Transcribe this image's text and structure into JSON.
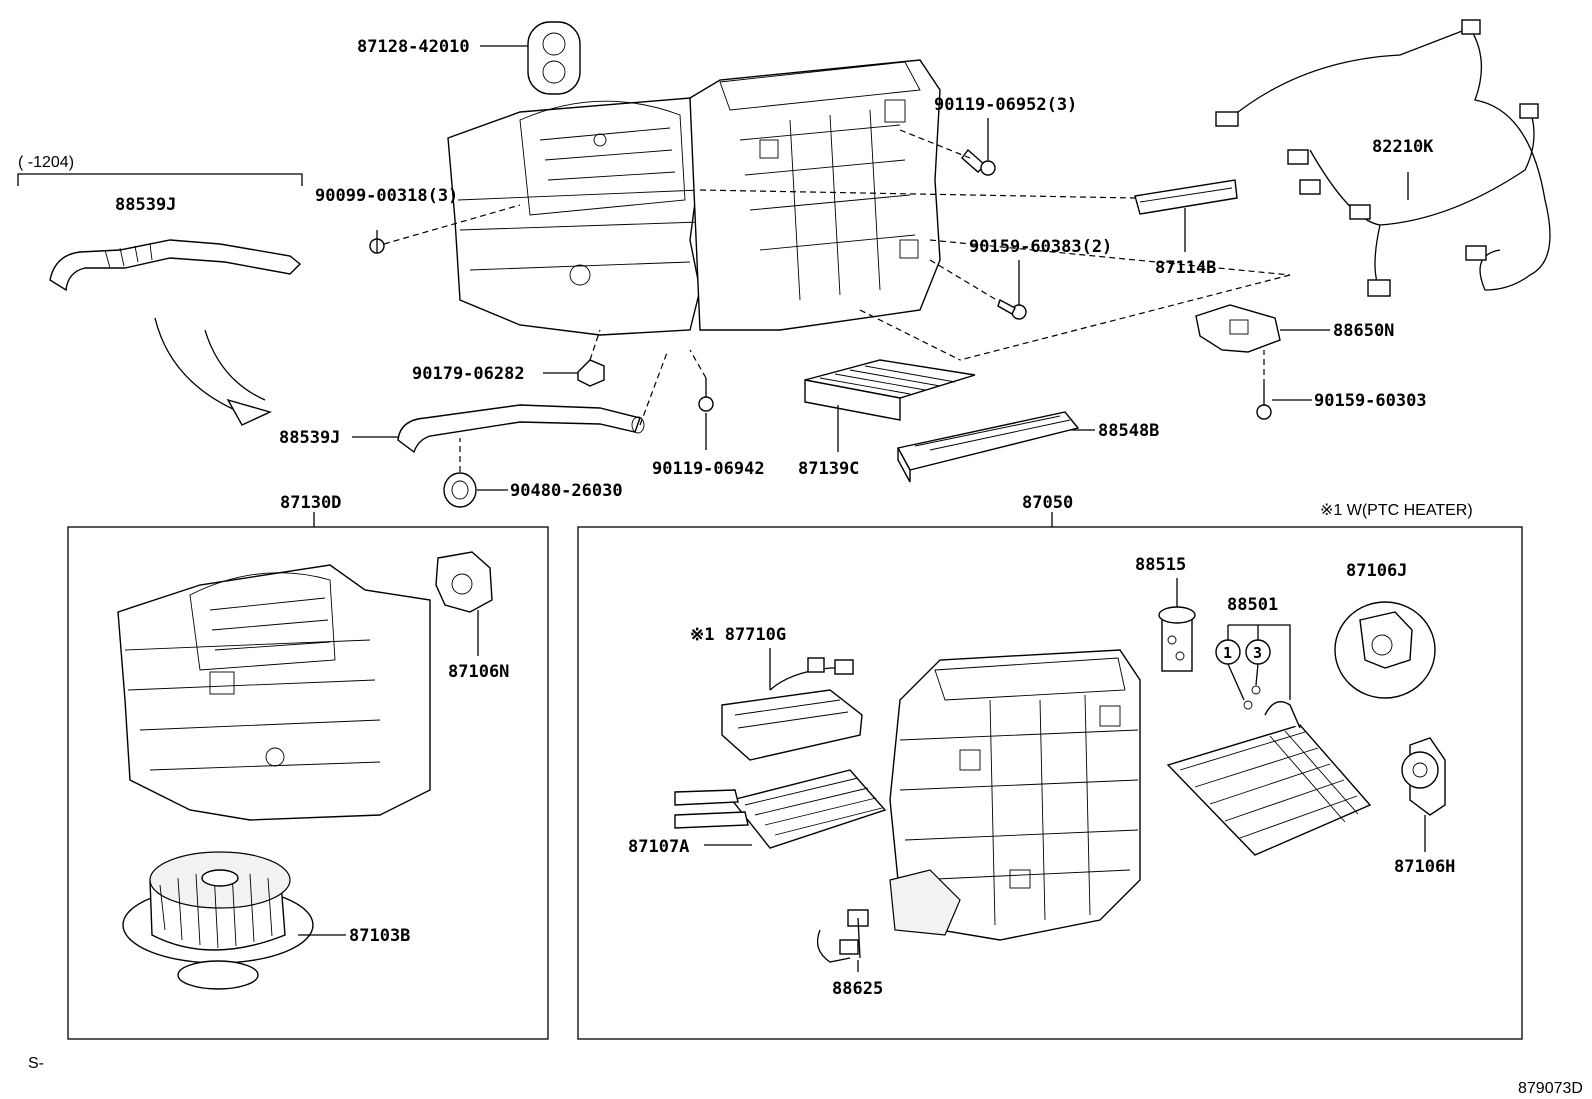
{
  "diagram": {
    "note_ptc": "※1 W(PTC HEATER)",
    "range_note": "(      -1204)",
    "drawing_id": "879073D",
    "corner_mark": "S-",
    "labels": {
      "p87128_42010": "87128-42010",
      "p90119_06952": "90119-06952(3)",
      "p90099_00318": "90099-00318(3)",
      "p88539J_top": "88539J",
      "p82210K": "82210K",
      "p90159_60383": "90159-60383(2)",
      "p87114B": "87114B",
      "p88650N": "88650N",
      "p90179_06282": "90179-06282",
      "p90159_60303": "90159-60303",
      "p88539J_mid": "88539J",
      "p88548B": "88548B",
      "p90119_06942": "90119-06942",
      "p87139C": "87139C",
      "p90480_26030": "90480-26030",
      "p87130D": "87130D",
      "p87050": "87050",
      "p87106N": "87106N",
      "p87103B": "87103B",
      "p88515": "88515",
      "p88501": "88501",
      "p87106J": "87106J",
      "p87710G": "※1 87710G",
      "p87107A": "87107A",
      "p87106H": "87106H",
      "p88625": "88625",
      "circ1": "1",
      "circ3": "3"
    }
  }
}
